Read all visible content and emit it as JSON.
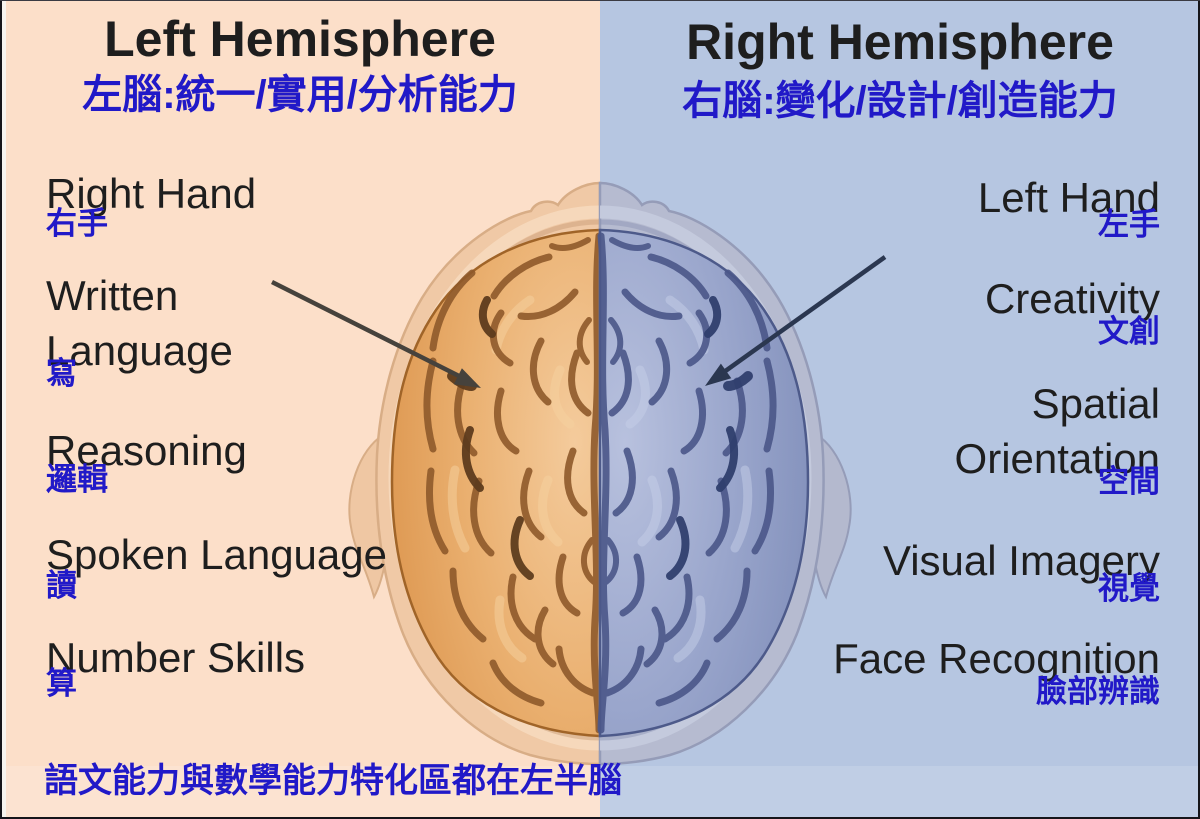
{
  "colors": {
    "left_background": "#fcdfc9",
    "right_background": "#b6c6e1",
    "english_text": "#1e1e1e",
    "chinese_text": "#2119c8",
    "left_brain_fill": "#e8ab67",
    "left_brain_sulci": "#8f5a2b",
    "right_brain_fill": "#98a4c9",
    "right_brain_sulci": "#495582",
    "left_head_skin": "#f0c9a6",
    "right_head_skin": "#b6bbd0",
    "arrow": "#3b4049"
  },
  "left_panel": {
    "title": "Left Hemisphere",
    "subtitle": "左腦:統一/實用/分析能力",
    "labels": [
      {
        "en": "Right Hand",
        "zh": "右手"
      },
      {
        "en": "Written\nLanguage",
        "zh": "寫"
      },
      {
        "en": "Reasoning",
        "zh": "邏輯"
      },
      {
        "en": "Spoken Language",
        "zh": "讀"
      },
      {
        "en": "Number Skills",
        "zh": "算"
      }
    ],
    "footnote": "語文能力與數學能力特化區都在左半腦"
  },
  "right_panel": {
    "title": "Right Hemisphere",
    "subtitle": "右腦:變化/設計/創造能力",
    "labels": [
      {
        "en": "Left Hand",
        "zh": "左手"
      },
      {
        "en": "Creativity",
        "zh": "文創"
      },
      {
        "en": "Spatial\nOrientation",
        "zh": "空間"
      },
      {
        "en": "Visual Imagery",
        "zh": "視覺"
      },
      {
        "en": "Face Recognition",
        "zh": "臉部辨識"
      }
    ]
  },
  "figure": {
    "description": "Top view of a human head and brain; left hemisphere tinted orange, right hemisphere tinted blue, with two annotation arrows pointing into each hemisphere"
  }
}
